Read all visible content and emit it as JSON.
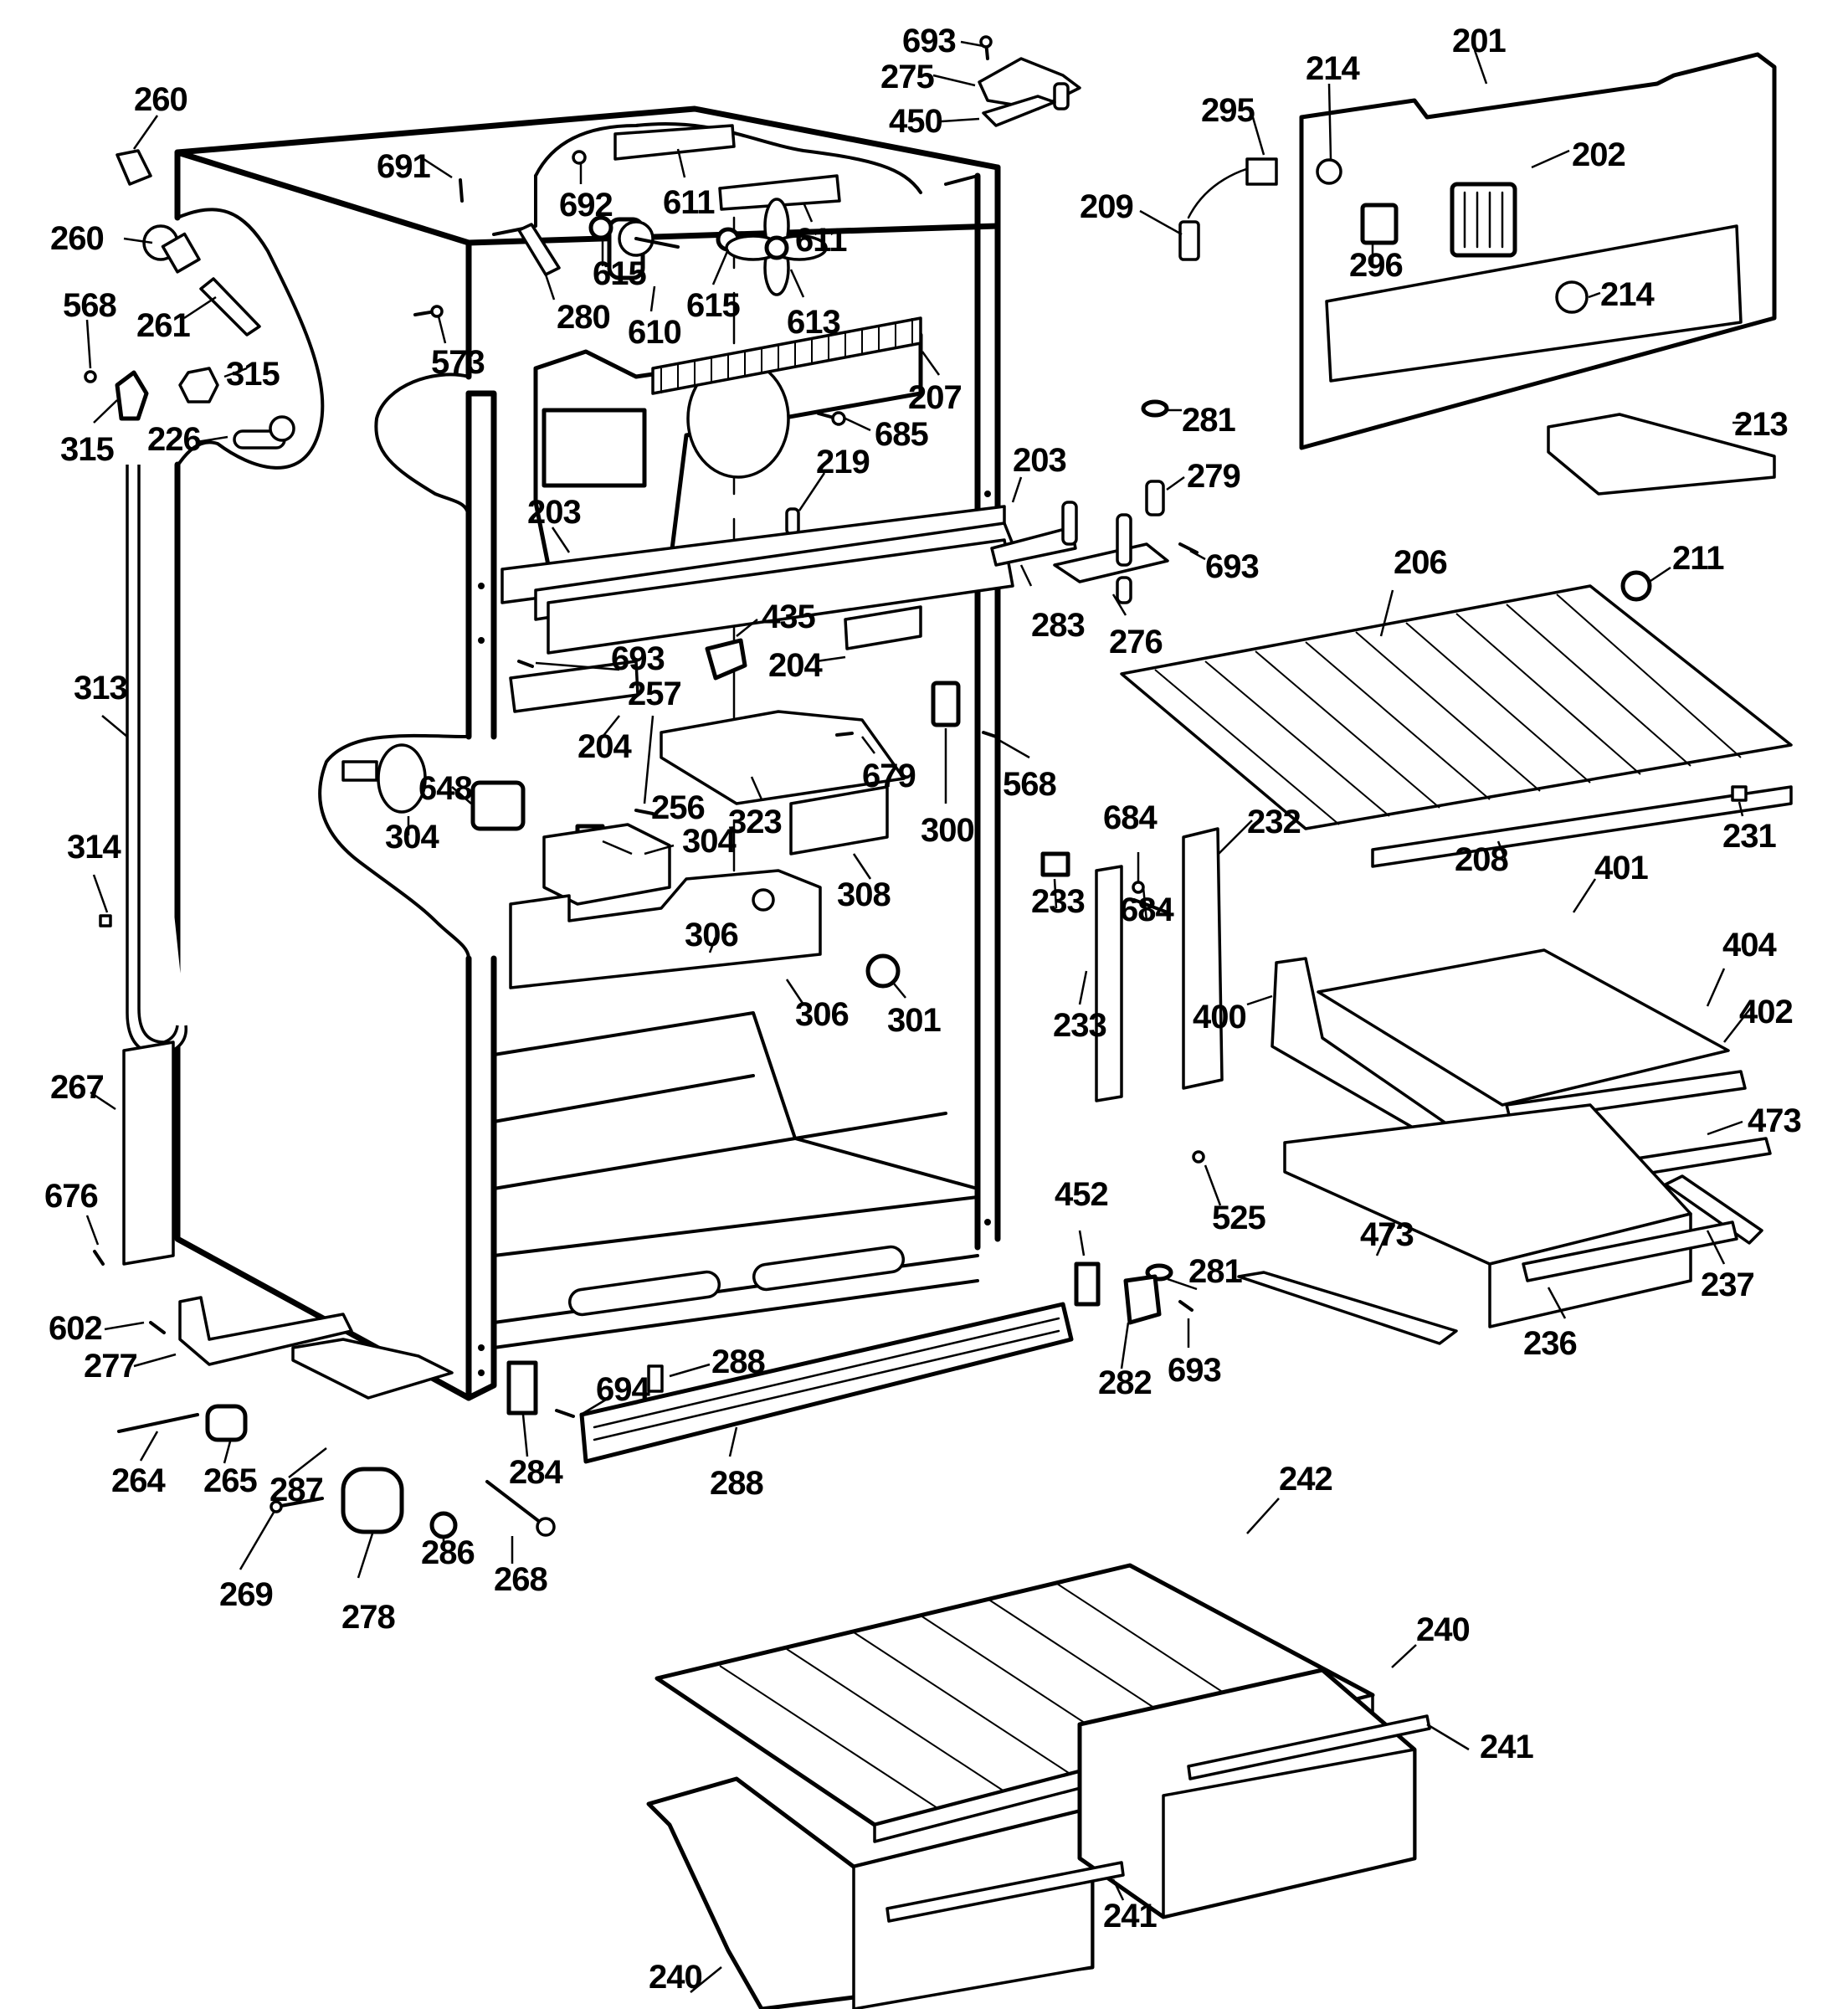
{
  "diagram": {
    "title": "Refrigerator cabinet parts exploded view",
    "colors": {
      "ink": "#000000",
      "paper": "#ffffff"
    },
    "callouts": [
      {
        "id": "c-260a",
        "text": "260"
      },
      {
        "id": "c-260b",
        "text": "260"
      },
      {
        "id": "c-261",
        "text": "261"
      },
      {
        "id": "c-568a",
        "text": "568"
      },
      {
        "id": "c-315a",
        "text": "315"
      },
      {
        "id": "c-315b",
        "text": "315"
      },
      {
        "id": "c-226",
        "text": "226"
      },
      {
        "id": "c-313",
        "text": "313"
      },
      {
        "id": "c-314",
        "text": "314"
      },
      {
        "id": "c-267",
        "text": "267"
      },
      {
        "id": "c-676",
        "text": "676"
      },
      {
        "id": "c-602",
        "text": "602"
      },
      {
        "id": "c-277",
        "text": "277"
      },
      {
        "id": "c-264",
        "text": "264"
      },
      {
        "id": "c-265",
        "text": "265"
      },
      {
        "id": "c-287",
        "text": "287"
      },
      {
        "id": "c-269",
        "text": "269"
      },
      {
        "id": "c-278",
        "text": "278"
      },
      {
        "id": "c-286",
        "text": "286"
      },
      {
        "id": "c-268",
        "text": "268"
      },
      {
        "id": "c-284",
        "text": "284"
      },
      {
        "id": "c-694",
        "text": "694"
      },
      {
        "id": "c-288a",
        "text": "288"
      },
      {
        "id": "c-288b",
        "text": "288"
      },
      {
        "id": "c-691",
        "text": "691"
      },
      {
        "id": "c-692",
        "text": "692"
      },
      {
        "id": "c-611a",
        "text": "611"
      },
      {
        "id": "c-611b",
        "text": "611"
      },
      {
        "id": "c-615a",
        "text": "615"
      },
      {
        "id": "c-615b",
        "text": "615"
      },
      {
        "id": "c-610",
        "text": "610"
      },
      {
        "id": "c-613",
        "text": "613"
      },
      {
        "id": "c-280",
        "text": "280"
      },
      {
        "id": "c-573",
        "text": "573"
      },
      {
        "id": "c-207",
        "text": "207"
      },
      {
        "id": "c-685",
        "text": "685"
      },
      {
        "id": "c-219",
        "text": "219"
      },
      {
        "id": "c-203a",
        "text": "203"
      },
      {
        "id": "c-203b",
        "text": "203"
      },
      {
        "id": "c-693a",
        "text": "693"
      },
      {
        "id": "c-275",
        "text": "275"
      },
      {
        "id": "c-450",
        "text": "450"
      },
      {
        "id": "c-693b",
        "text": "693"
      },
      {
        "id": "c-435",
        "text": "435"
      },
      {
        "id": "c-204a",
        "text": "204"
      },
      {
        "id": "c-204b",
        "text": "204"
      },
      {
        "id": "c-257",
        "text": "257"
      },
      {
        "id": "c-679",
        "text": "679"
      },
      {
        "id": "c-648",
        "text": "648"
      },
      {
        "id": "c-304a",
        "text": "304"
      },
      {
        "id": "c-304b",
        "text": "304"
      },
      {
        "id": "c-256",
        "text": "256"
      },
      {
        "id": "c-323",
        "text": "323"
      },
      {
        "id": "c-308",
        "text": "308"
      },
      {
        "id": "c-300",
        "text": "300"
      },
      {
        "id": "c-568b",
        "text": "568"
      },
      {
        "id": "c-306a",
        "text": "306"
      },
      {
        "id": "c-306b",
        "text": "306"
      },
      {
        "id": "c-301",
        "text": "301"
      },
      {
        "id": "c-295",
        "text": "295"
      },
      {
        "id": "c-209",
        "text": "209"
      },
      {
        "id": "c-214a",
        "text": "214"
      },
      {
        "id": "c-201",
        "text": "201"
      },
      {
        "id": "c-202",
        "text": "202"
      },
      {
        "id": "c-296",
        "text": "296"
      },
      {
        "id": "c-214b",
        "text": "214"
      },
      {
        "id": "c-213",
        "text": "213"
      },
      {
        "id": "c-281a",
        "text": "281"
      },
      {
        "id": "c-279",
        "text": "279"
      },
      {
        "id": "c-693c",
        "text": "693"
      },
      {
        "id": "c-283",
        "text": "283"
      },
      {
        "id": "c-276",
        "text": "276"
      },
      {
        "id": "c-206",
        "text": "206"
      },
      {
        "id": "c-211",
        "text": "211"
      },
      {
        "id": "c-208",
        "text": "208"
      },
      {
        "id": "c-231",
        "text": "231"
      },
      {
        "id": "c-684a",
        "text": "684"
      },
      {
        "id": "c-684b",
        "text": "684"
      },
      {
        "id": "c-232",
        "text": "232"
      },
      {
        "id": "c-233a",
        "text": "233"
      },
      {
        "id": "c-233b",
        "text": "233"
      },
      {
        "id": "c-401",
        "text": "401"
      },
      {
        "id": "c-404",
        "text": "404"
      },
      {
        "id": "c-400",
        "text": "400"
      },
      {
        "id": "c-402",
        "text": "402"
      },
      {
        "id": "c-473a",
        "text": "473"
      },
      {
        "id": "c-473b",
        "text": "473"
      },
      {
        "id": "c-525",
        "text": "525"
      },
      {
        "id": "c-237",
        "text": "237"
      },
      {
        "id": "c-236",
        "text": "236"
      },
      {
        "id": "c-452",
        "text": "452"
      },
      {
        "id": "c-281b",
        "text": "281"
      },
      {
        "id": "c-282",
        "text": "282"
      },
      {
        "id": "c-693d",
        "text": "693"
      },
      {
        "id": "c-242",
        "text": "242"
      },
      {
        "id": "c-240a",
        "text": "240"
      },
      {
        "id": "c-240b",
        "text": "240"
      },
      {
        "id": "c-241a",
        "text": "241"
      },
      {
        "id": "c-241b",
        "text": "241"
      }
    ]
  }
}
